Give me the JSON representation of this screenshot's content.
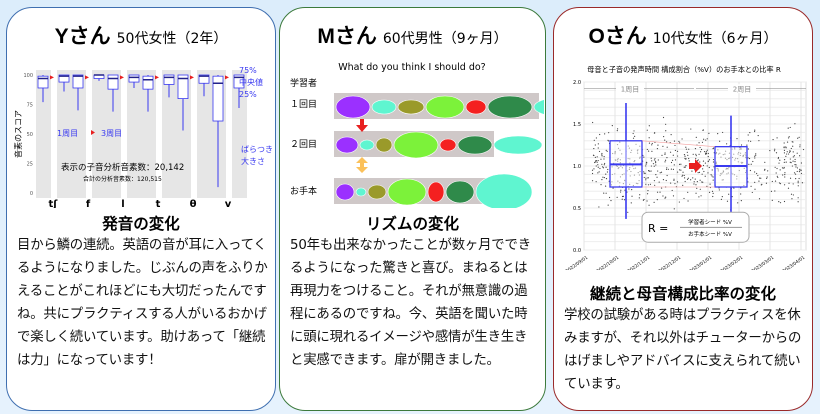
{
  "cards": [
    {
      "name": "Yさん",
      "demo": "50代女性（2年）",
      "subtitle": "発音の変化",
      "body": "目から鱗の連続。英語の音が耳に入ってくるようになりました。じぶんの声をふりかえることがこれほどにも大切だったんですね。共にプラクティスする人がいるおかげで楽しく続いています。助けあって「継続は力」になっています！"
    },
    {
      "name": "Mさん",
      "demo": "60代男性（9ヶ月）",
      "subtitle": "リズムの変化",
      "body": "50年も出来なかったことが数ヶ月でできるようになった驚きと喜び。まねるとは再現力をつけること。それが無意識の過程にあるのですね。今、英語を聞いた時に頭に現れるイメージや感情が生き生きと実感できます。扉が開きました。"
    },
    {
      "name": "Oさん",
      "demo": "10代女性（6ヶ月）",
      "subtitle": "継続と母音構成比率の変化",
      "body": "学校の試験がある時はプラクティスを休みますが、それ以外はチューターからのはげましやアドバイスに支えられて続いています。"
    }
  ],
  "chart_data": [
    {
      "type": "box",
      "ylabel": "音素のスコア",
      "yticks": [
        0,
        25,
        50,
        75,
        100
      ],
      "ylim": [
        0,
        100
      ],
      "categories": [
        "tʃ",
        "f",
        "l",
        "t",
        "θ",
        "v"
      ],
      "legend": {
        "q75": "75%",
        "median": "中央値",
        "q25": "25%",
        "round1": "1周目",
        "round3": "3周目",
        "spread": "ばらつき大きさ"
      },
      "annotation_main": "表示の子音分析音素数：20,142",
      "annotation_sub": "合計の分析音素数：120,515",
      "series": [
        {
          "name": "1周目",
          "boxes": [
            [
              77,
              89,
              97,
              99,
              100
            ],
            [
              70,
              89,
              99,
              100,
              100
            ],
            [
              69,
              88,
              97,
              100,
              100
            ],
            [
              69,
              88,
              96,
              99,
              100
            ],
            [
              53,
              80,
              97,
              100,
              100
            ],
            [
              5,
              61,
              93,
              99,
              100
            ]
          ]
        },
        {
          "name": "3周目",
          "boxes": [
            [
              86,
              94,
              99,
              100,
              100
            ],
            [
              95,
              97,
              100,
              100,
              100
            ],
            [
              89,
              94,
              98,
              100,
              100
            ],
            [
              81,
              92,
              98,
              100,
              100
            ],
            [
              82,
              93,
              99,
              100,
              100
            ],
            [
              72,
              89,
              98,
              100,
              100
            ]
          ]
        }
      ]
    },
    {
      "type": "rhythm",
      "title": "What do you think I should do?",
      "rows": [
        {
          "label1": "学習者",
          "label2": "１回目",
          "ellipses": [
            [
              0,
              "#9b30ff"
            ],
            [
              1,
              "#5ff5d0"
            ],
            [
              2,
              "#9a9a2a"
            ],
            [
              3,
              "#7cf23a"
            ],
            [
              4,
              "#f42020"
            ],
            [
              5,
              "#2f8a4a"
            ],
            [
              6,
              "#5ff5d0"
            ]
          ]
        },
        {
          "label": "２回目",
          "ellipses": [
            [
              0,
              "#9b30ff"
            ],
            [
              1,
              "#5ff5d0"
            ],
            [
              2,
              "#9a9a2a"
            ],
            [
              3,
              "#7cf23a"
            ],
            [
              4,
              "#f42020"
            ],
            [
              5,
              "#2f8a4a"
            ],
            [
              6,
              "#5ff5d0"
            ]
          ]
        },
        {
          "label": "お手本",
          "ellipses": [
            [
              0,
              "#9b30ff"
            ],
            [
              1,
              "#5ff5d0"
            ],
            [
              2,
              "#9a9a2a"
            ],
            [
              3,
              "#7cf23a"
            ],
            [
              4,
              "#f42020"
            ],
            [
              5,
              "#2f8a4a"
            ],
            [
              6,
              "#5ff5d0"
            ]
          ]
        }
      ]
    },
    {
      "type": "box",
      "title": "母音と子音の発声時間 構成割合（%V）のお手本との比率 R",
      "yticks": [
        "0.0",
        "0.5",
        "1.0",
        "1.5",
        "2.0"
      ],
      "ylim": [
        0,
        2
      ],
      "xticks": [
        "2022/09/01",
        "2022/10/01",
        "2022/11/01",
        "2022/12/01",
        "2023/01/01",
        "2023/02/01",
        "2023/03/01",
        "2023/04/01"
      ],
      "periods": [
        "1周目",
        "2周目"
      ],
      "formula": {
        "lhs": "R =",
        "numerator": "学習者シード %V",
        "denominator": "お手本シード %V"
      },
      "series": [
        {
          "name": "1周目",
          "box": [
            0.37,
            0.75,
            1.02,
            1.3,
            1.75
          ]
        },
        {
          "name": "2周目",
          "box": [
            0.37,
            0.75,
            1.0,
            1.23,
            1.6
          ]
        }
      ]
    }
  ],
  "colors": {
    "blue": "#3a3af0",
    "red": "#e82020",
    "card1": "#3f6fb0",
    "card2": "#3c7a3c",
    "card3": "#9a2a2a"
  }
}
